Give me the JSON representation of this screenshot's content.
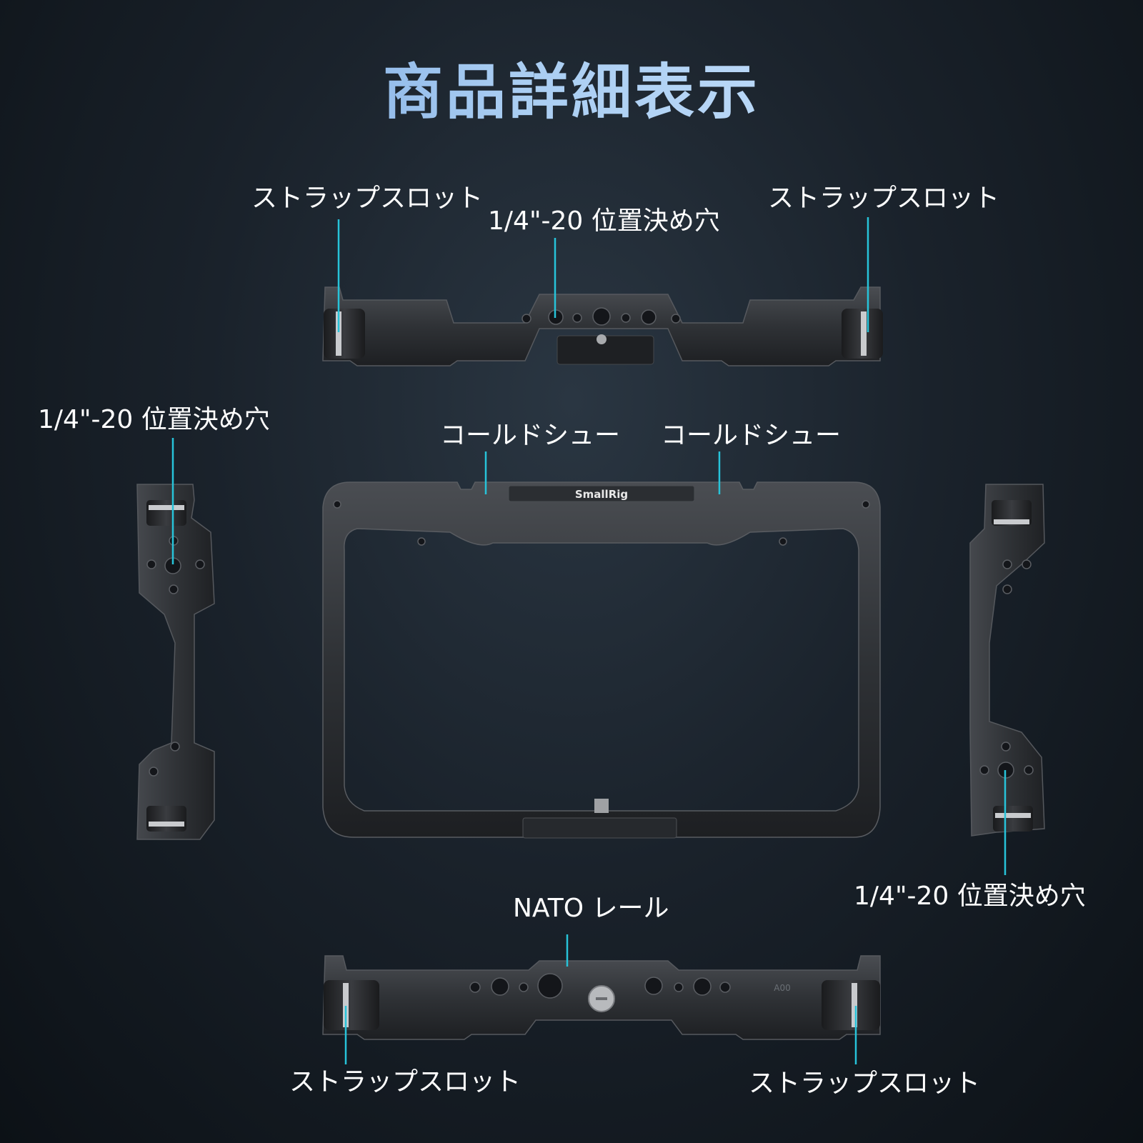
{
  "title": "商品詳細表示",
  "labels": {
    "top_left_strap": "ストラップスロット",
    "top_center_hole": "1/4\"-20 位置決め穴",
    "top_right_strap": "ストラップスロット",
    "left_hole": "1/4\"-20 位置決め穴",
    "cold_shoe_left": "コールドシュー",
    "cold_shoe_right": "コールドシュー",
    "right_hole": "1/4\"-20 位置決め穴",
    "nato_rail": "NATO レール",
    "bottom_left_strap": "ストラップスロット",
    "bottom_right_strap": "ストラップスロット"
  },
  "brand_mark": "SmallRig",
  "engraving": "A00",
  "colors": {
    "leader_line": "#27c3d9",
    "title_gradient_start": "#5c8fd6",
    "title_gradient_end": "#d2e8ff"
  }
}
